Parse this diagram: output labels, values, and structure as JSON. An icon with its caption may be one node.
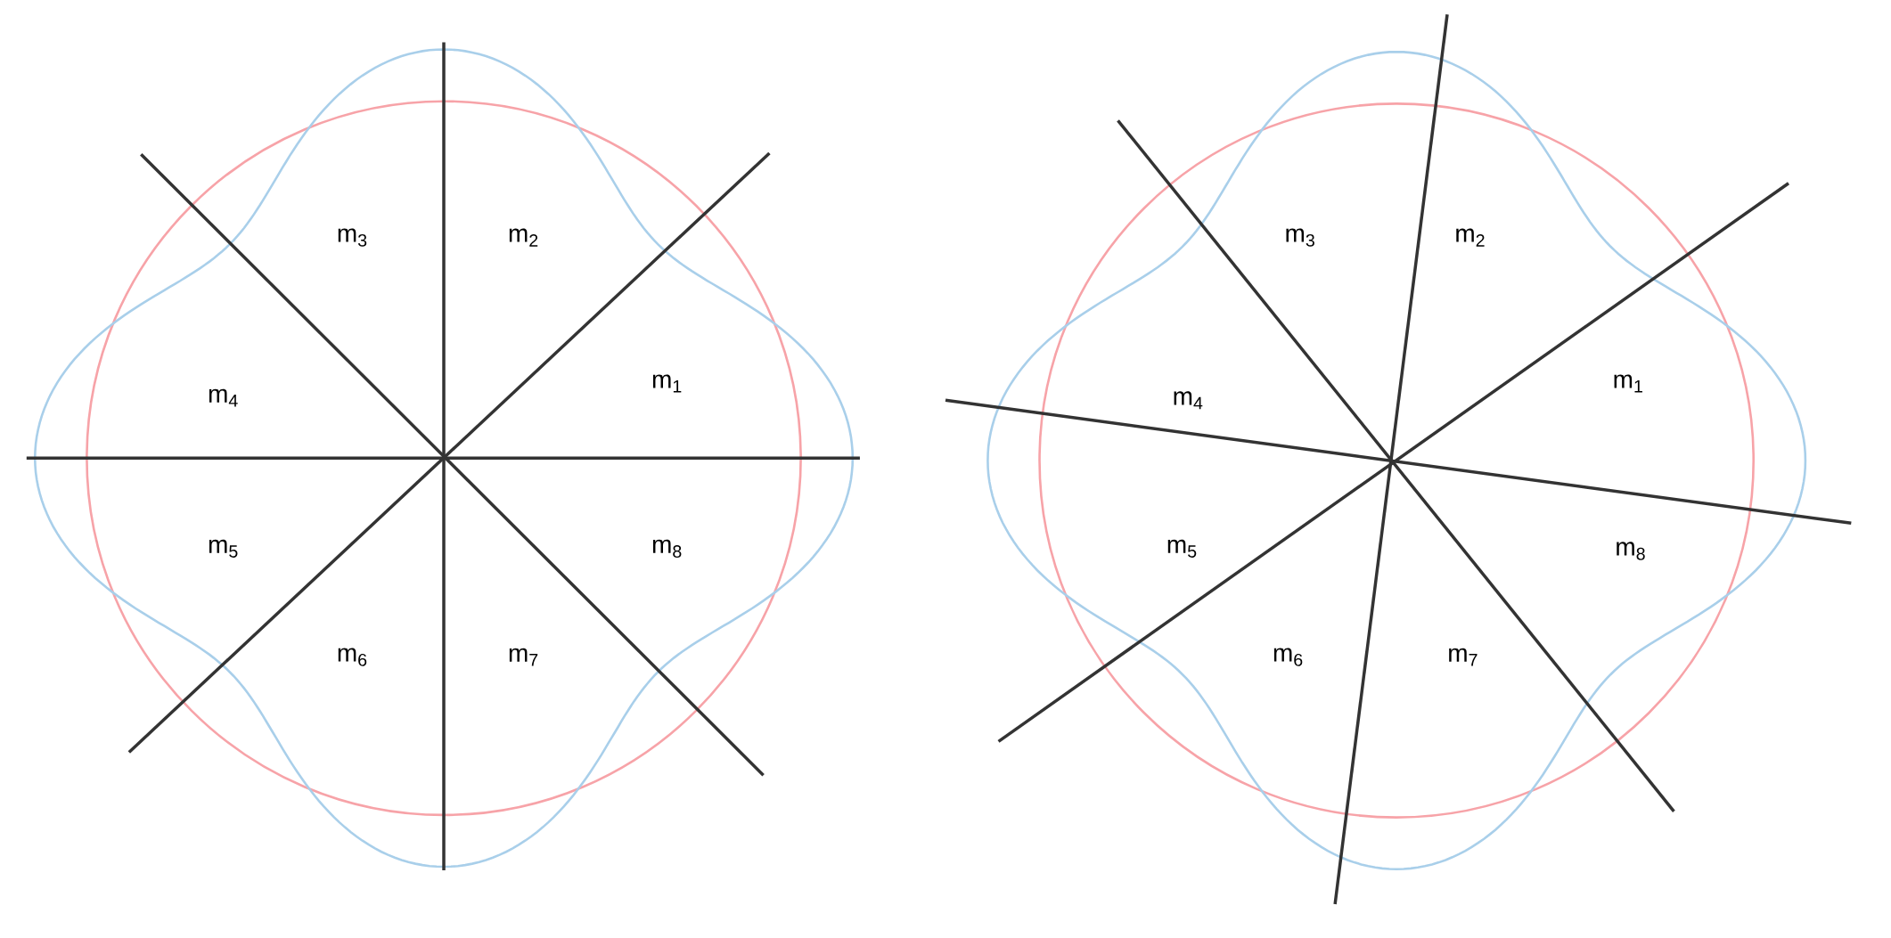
{
  "diagram": {
    "labels": [
      "m$_{3}$",
      "m$_{2}$",
      "m$_{1}$",
      "m$_{4}$",
      "m$_{5}$",
      "m$_{8}$",
      "m$_{6}$",
      "m$_{7}$",
      "m$_{3}$",
      "m$_{2}$",
      "m$_{1}$",
      "m$_{4}$",
      "m$_{5}$",
      "m$_{8}$",
      "m$_{6}$",
      "m$_{7}$"
    ]
  }
}
